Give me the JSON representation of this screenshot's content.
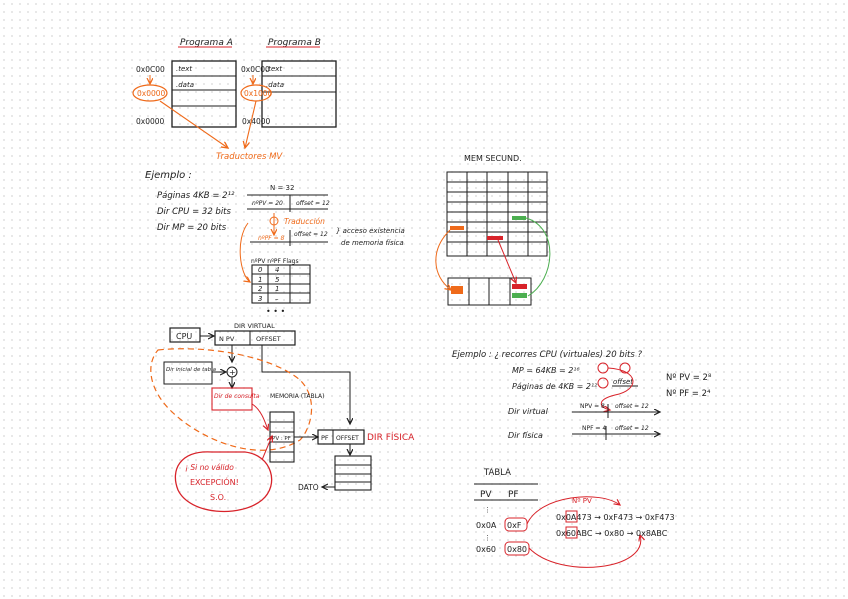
{
  "colors": {
    "ink": "#1e1e1e",
    "red": "#d8232a",
    "orange": "#ef6a1a",
    "green": "#4caf50"
  },
  "programs": {
    "a_title": "Programa A",
    "b_title": "Programa B",
    "a_addr_top": "0x0C00",
    "a_addr_mid": "0x0000",
    "a_addr_bottom": "0x0000",
    "b_addr_top": "0x0C00",
    "b_addr_mid": "0x1000",
    "b_addr_bottom": "0x4000",
    "text_label": ".text",
    "data_label": ".data",
    "translator": "Traductores MV"
  },
  "ejemplo1": {
    "title": "Ejemplo :",
    "line1": "Páginas 4KB = 2¹²",
    "line2": "Dir CPU = 32 bits",
    "line3": "Dir MP = 20 bits",
    "n32": "N = 32",
    "npv20": "nºPV = 20",
    "offset12": "offset = 12",
    "traduccion": "Traducción",
    "offset12b": "offset = 12",
    "npf8": "nºPF = 8",
    "acceso": "} acceso existencia",
    "acceso2": "de memoria física",
    "table_header": "nºPV  nºPF  Flags",
    "rows": [
      [
        "0",
        "4"
      ],
      [
        "1",
        "5"
      ],
      [
        "2",
        "1"
      ],
      [
        "3",
        "–"
      ]
    ],
    "dots": "• • •"
  },
  "mem": {
    "title": "MEM SECUND."
  },
  "diagram": {
    "cpu": "CPU",
    "dir_virtual": "DIR VIRTUAL",
    "npv": "N PV",
    "offset": "OFFSET",
    "dir_inicial": "Dir inicial de tabla",
    "plus": "+",
    "dir_consulta": "Dir de consulta",
    "memoria": "MEMORIA (TABLA)",
    "pv_pf": "PV : PF",
    "pf": "PF",
    "offset2": "OFFSET",
    "dir_fisica": "DIR FÍSICA",
    "dato": "DATO",
    "excepcion1": "¡ Si no válido",
    "excepcion2": "EXCEPCIÓN!",
    "excepcion3": "S.O."
  },
  "ejemplo2": {
    "title": "Ejemplo : ¿ recorres CPU (virtuales) 20 bits ?",
    "mp": "MP = 64KB = 2¹⁶",
    "paginas": "Páginas de 4KB = 2¹²",
    "offset_label": "offset",
    "npv_result": "Nº PV = 2⁸",
    "npf_result": "Nº PF = 2⁴",
    "dir_virtual": "Dir virtual",
    "npv8": "NPV = 8",
    "off12": "offset = 12",
    "dir_fisica": "Dir física",
    "npf4": "NPF = 4",
    "off12b": "offset = 12"
  },
  "tabla": {
    "title": "TABLA",
    "pv": "PV",
    "pf": "PF",
    "row1_pv": "0x0A",
    "row1_pf": "0xF",
    "row2_pv": "0x60",
    "row2_pf": "0x80",
    "npv": "Nº PV",
    "conv1": "0x0A473 → 0xF473 → 0xF473",
    "conv2": "0x60ABC → 0x80 → 0x8ABC"
  }
}
